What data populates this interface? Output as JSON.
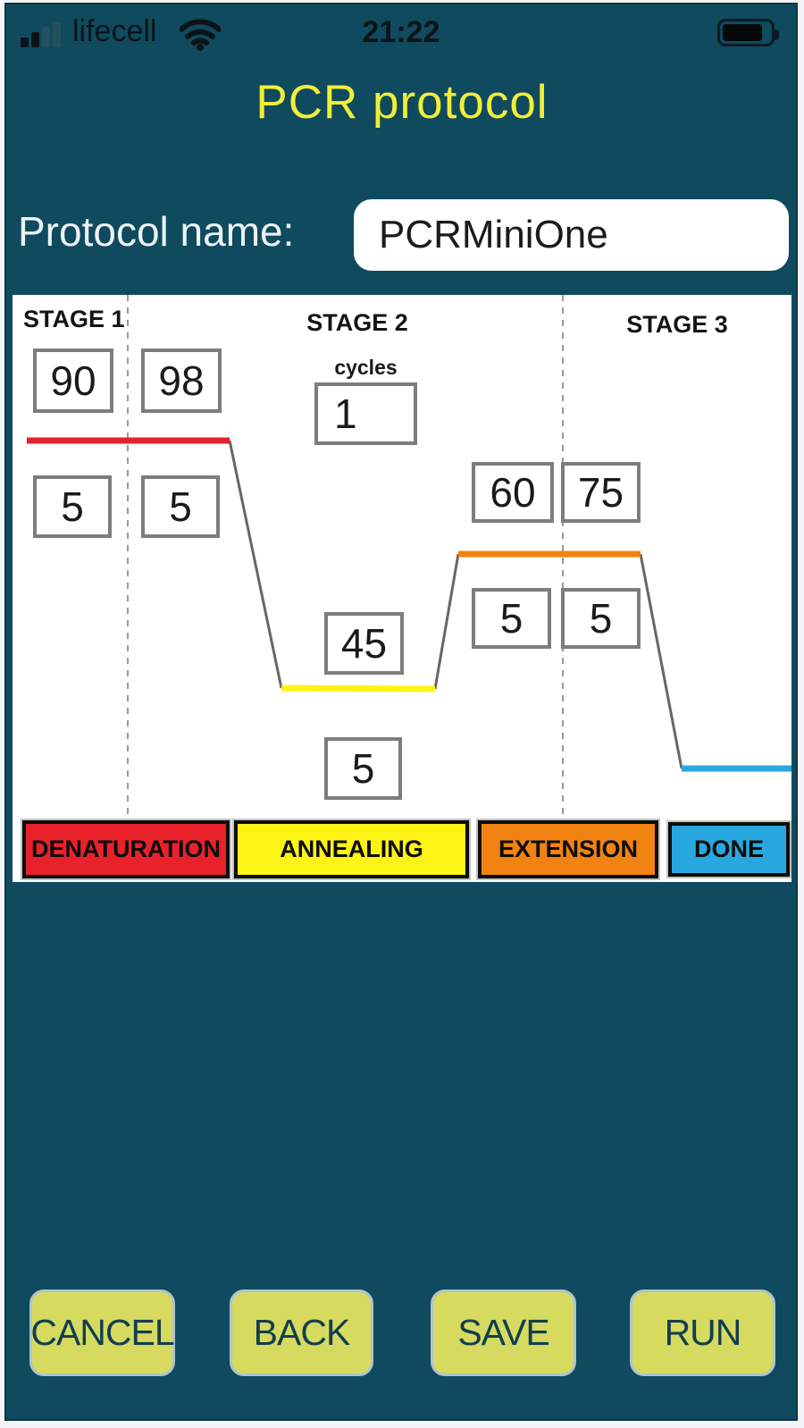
{
  "status_bar": {
    "carrier": "lifecell",
    "time": "21:22",
    "signal_icon": "cellular-signal-bars",
    "wifi_icon": "wifi-arcs",
    "battery_icon": "battery-mostly-full"
  },
  "title": "PCR protocol",
  "protocol_name": {
    "label": "Protocol name:",
    "value": "PCRMiniOne"
  },
  "diagram": {
    "stages": [
      {
        "label": "STAGE 1"
      },
      {
        "label": "STAGE 2"
      },
      {
        "label": "STAGE 3"
      }
    ],
    "cycles": {
      "label": "cycles",
      "value": "1"
    },
    "steps": {
      "denaturation_temp_1": "90",
      "denaturation_temp_2": "98",
      "denaturation_time_1": "5",
      "denaturation_time_2": "5",
      "annealing_temp": "45",
      "annealing_time": "5",
      "extension_temp_1": "60",
      "extension_temp_2": "75",
      "extension_time_1": "5",
      "extension_time_2": "5"
    },
    "phases": [
      {
        "label": "DENATURATION",
        "color": "#e8212b"
      },
      {
        "label": "ANNEALING",
        "color": "#fdf315"
      },
      {
        "label": "EXTENSION",
        "color": "#f28211"
      },
      {
        "label": "DONE",
        "color": "#29a8e0"
      }
    ],
    "line_colors": {
      "denaturation": "#e8212b",
      "annealing": "#fdf315",
      "extension": "#f28211",
      "done": "#29a8e0",
      "transition": "#666666",
      "divider": "#9a9a9a"
    }
  },
  "actions": [
    {
      "label": "CANCEL"
    },
    {
      "label": "BACK"
    },
    {
      "label": "SAVE"
    },
    {
      "label": "RUN"
    }
  ],
  "colors": {
    "background": "#0f4a5e",
    "accent_yellow": "#f2ee38",
    "button_fill": "#d6da5f",
    "button_text": "#123e51"
  }
}
